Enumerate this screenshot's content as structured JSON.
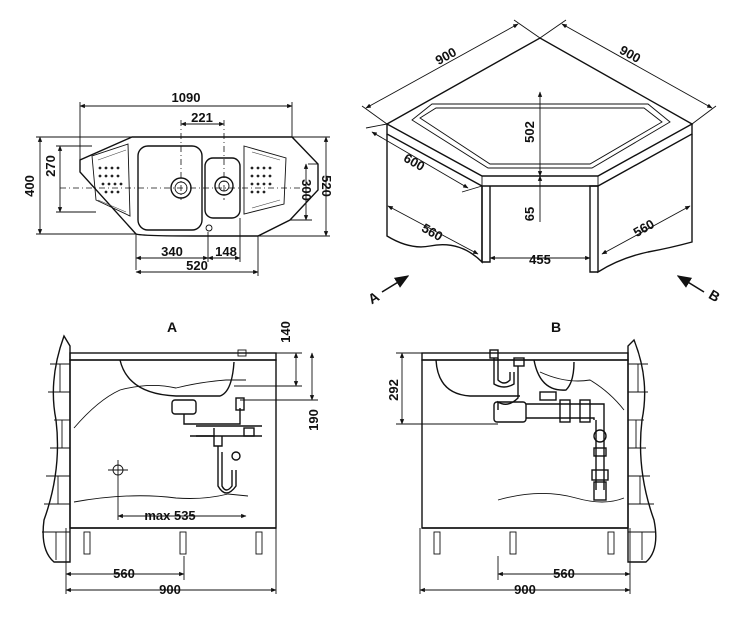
{
  "top_view": {
    "dims": {
      "total_width": "1090",
      "bowl_spacing": "221",
      "left_height": "270",
      "outer_left_height": "400",
      "right_height": "300",
      "outer_right_height": "520",
      "main_bowl_width": "340",
      "small_bowl_width": "148",
      "combined_width": "520"
    }
  },
  "iso_view": {
    "dims": {
      "top_left_edge": "900",
      "top_right_edge": "900",
      "front_depth": "600",
      "bowl_depth": "502",
      "thickness": "65",
      "left_side": "560",
      "right_side": "560",
      "front_opening": "455"
    },
    "arrow_a": "A",
    "arrow_b": "B"
  },
  "view_a": {
    "title": "A",
    "dims": {
      "upper_height": "140",
      "lower_height": "190",
      "max_depth": "max 535",
      "base_left": "560",
      "base_total": "900"
    }
  },
  "view_b": {
    "title": "B",
    "dims": {
      "height": "292",
      "base_right": "560",
      "base_total": "900"
    }
  }
}
